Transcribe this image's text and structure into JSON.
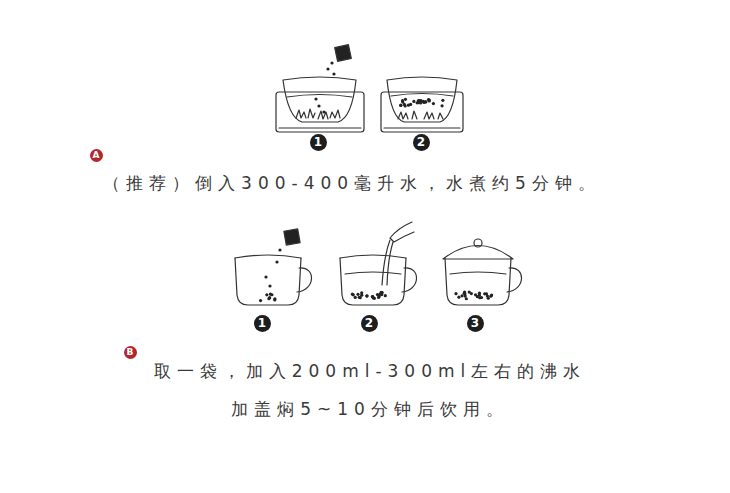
{
  "diagram": {
    "nodes": [
      {
        "text": [
          "1"
        ]
      },
      {
        "text": [
          "2"
        ]
      },
      {
        "text": [
          "A"
        ]
      },
      {
        "text": [
          "1"
        ]
      },
      {
        "text": [
          "2"
        ]
      },
      {
        "text": [
          "3"
        ]
      },
      {
        "text": [
          "B"
        ]
      }
    ],
    "labels": [
      "（推荐）倒入300-400毫升水，水煮约5分钟。",
      "取一袋，加入200ml-300ml左右的沸水 加盖焖5~10分钟后饮用。"
    ]
  }
}
